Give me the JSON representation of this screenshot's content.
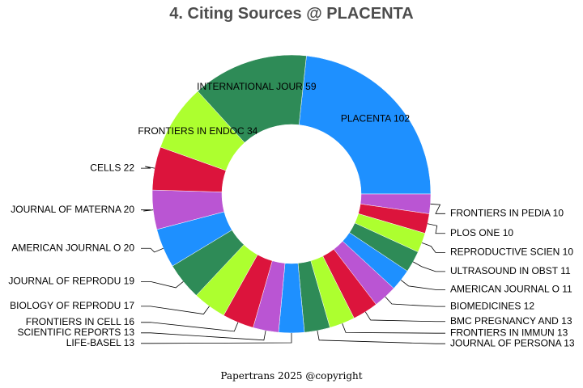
{
  "chart_data": {
    "type": "pie",
    "variant": "donut",
    "title": "4. Citing Sources @ PLACENTA",
    "footer": "Papertrans 2025 @copyright",
    "slices": [
      {
        "label": "PLACENTA",
        "value": 102,
        "color": "#1e90ff"
      },
      {
        "label": "FRONTIERS IN PEDIA",
        "value": 10,
        "color": "#ba55d3"
      },
      {
        "label": "PLOS ONE",
        "value": 10,
        "color": "#dc143c"
      },
      {
        "label": "REPRODUCTIVE SCIEN",
        "value": 10,
        "color": "#adff2f"
      },
      {
        "label": "ULTRASOUND IN OBST",
        "value": 11,
        "color": "#2e8b57"
      },
      {
        "label": "AMERICAN JOURNAL O",
        "value": 11,
        "color": "#1e90ff"
      },
      {
        "label": "BIOMEDICINES",
        "value": 12,
        "color": "#ba55d3"
      },
      {
        "label": "BMC PREGNANCY AND ",
        "value": 13,
        "color": "#dc143c"
      },
      {
        "label": "FRONTIERS IN IMMUN",
        "value": 13,
        "color": "#adff2f"
      },
      {
        "label": "JOURNAL OF PERSONA",
        "value": 13,
        "color": "#2e8b57"
      },
      {
        "label": "LIFE-BASEL",
        "value": 13,
        "color": "#1e90ff"
      },
      {
        "label": "SCIENTIFIC REPORTS",
        "value": 13,
        "color": "#ba55d3"
      },
      {
        "label": "FRONTIERS IN CELL ",
        "value": 16,
        "color": "#dc143c"
      },
      {
        "label": "BIOLOGY OF REPRODU",
        "value": 17,
        "color": "#adff2f"
      },
      {
        "label": "JOURNAL OF REPRODU",
        "value": 19,
        "color": "#2e8b57"
      },
      {
        "label": "AMERICAN JOURNAL O",
        "value": 20,
        "color": "#1e90ff"
      },
      {
        "label": "JOURNAL OF MATERNA",
        "value": 20,
        "color": "#ba55d3"
      },
      {
        "label": "CELLS",
        "value": 22,
        "color": "#dc143c"
      },
      {
        "label": "FRONTIERS IN ENDOC",
        "value": 34,
        "color": "#adff2f"
      },
      {
        "label": "INTERNATIONAL JOUR",
        "value": 59,
        "color": "#2e8b57"
      }
    ]
  }
}
